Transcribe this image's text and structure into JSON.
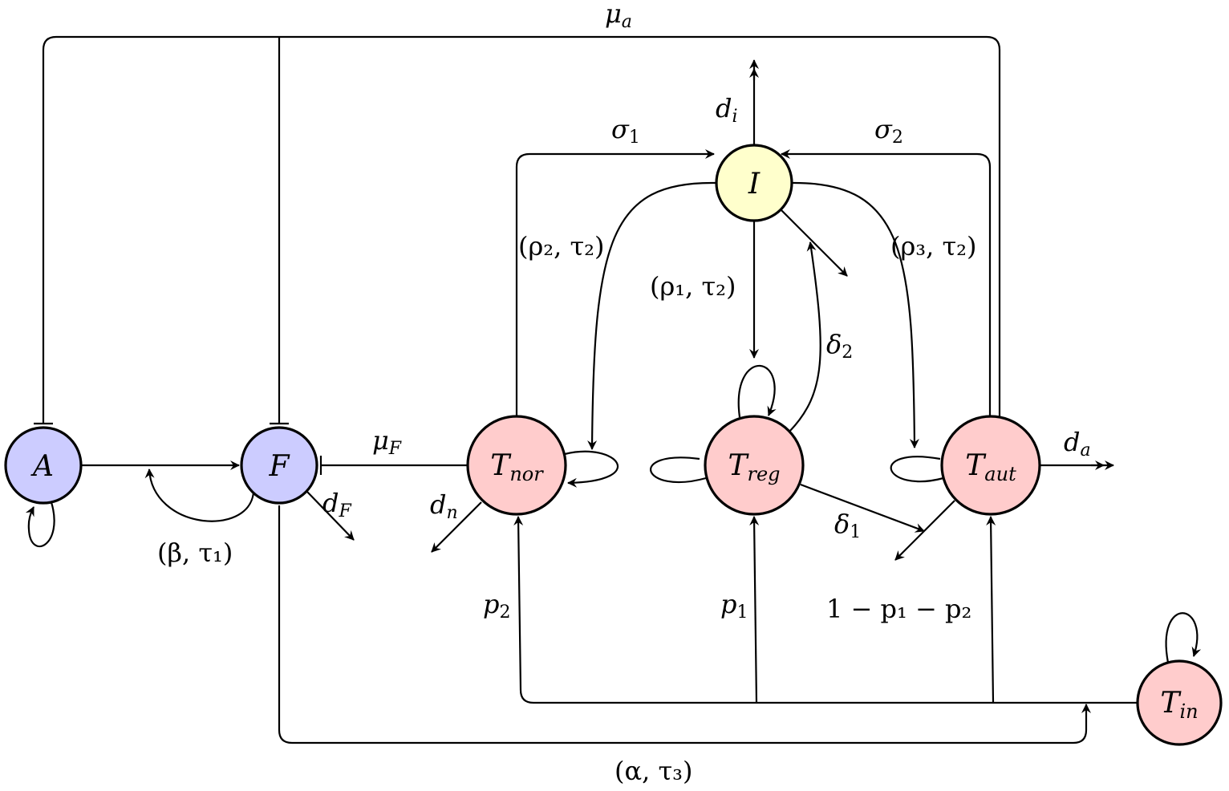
{
  "colors": {
    "blue_node": "#ccccff",
    "red_node": "#ffcccc",
    "yellow_node": "#ffffcc",
    "stroke": "#000000"
  },
  "nodes": {
    "A": {
      "label": "A"
    },
    "F": {
      "label": "F"
    },
    "I": {
      "label": "I"
    },
    "Tnor": {
      "main": "T",
      "sub": "nor"
    },
    "Treg": {
      "main": "T",
      "sub": "reg"
    },
    "Taut": {
      "main": "T",
      "sub": "aut"
    },
    "Tin": {
      "main": "T",
      "sub": "in"
    }
  },
  "labels": {
    "mu_a": {
      "main": "μ",
      "sub": "a"
    },
    "mu_F": {
      "main": "μ",
      "sub": "F"
    },
    "sigma_1": {
      "main": "σ",
      "sub": "1"
    },
    "sigma_2": {
      "main": "σ",
      "sub": "2"
    },
    "d_i": {
      "main": "d",
      "sub": "i"
    },
    "d_F": {
      "main": "d",
      "sub": "F"
    },
    "d_n": {
      "main": "d",
      "sub": "n"
    },
    "d_a": {
      "main": "d",
      "sub": "a"
    },
    "delta_1": {
      "main": "δ",
      "sub": "1"
    },
    "delta_2": {
      "main": "δ",
      "sub": "2"
    },
    "p_1": {
      "main": "p",
      "sub": "1"
    },
    "p_2": {
      "main": "p",
      "sub": "2"
    },
    "rho2_tau2": "(ρ₂, τ₂)",
    "rho1_tau2": "(ρ₁, τ₂)",
    "rho3_tau2": "(ρ₃, τ₂)",
    "beta_tau1": "(β, τ₁)",
    "alpha_tau3": "(α, τ₃)",
    "one_minus_p": "1 − p₁ − p₂"
  }
}
